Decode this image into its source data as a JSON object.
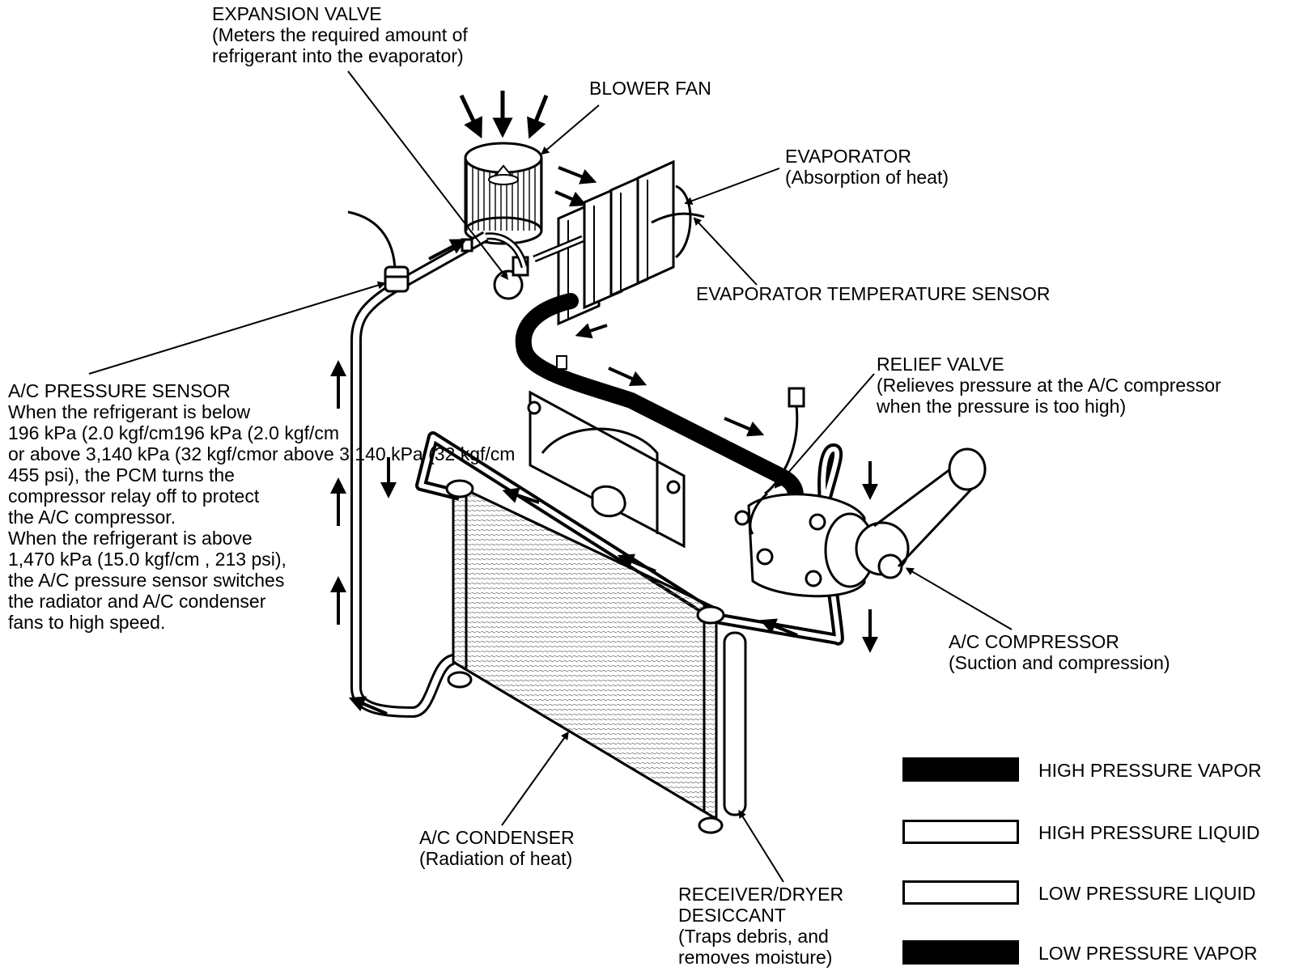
{
  "labels": {
    "expansion_valve": {
      "title": "EXPANSION VALVE",
      "desc": [
        "(Meters the required amount of",
        "refrigerant into the evaporator)"
      ]
    },
    "blower_fan": {
      "title": "BLOWER FAN"
    },
    "evaporator": {
      "title": "EVAPORATOR",
      "desc": [
        "(Absorption of heat)"
      ]
    },
    "evap_temp_sensor": {
      "title": "EVAPORATOR TEMPERATURE SENSOR"
    },
    "relief_valve": {
      "title": "RELIEF VALVE",
      "desc": [
        "(Relieves pressure at the A/C compressor",
        "when the pressure is too high)"
      ]
    },
    "pressure_sensor": {
      "title": "A/C PRESSURE SENSOR",
      "desc": [
        "When the refrigerant is below",
        "196 kPa (2.0 kgf/cm196 kPa (2.0 kgf/cm",
        "or above 3,140 kPa (32 kgf/cmor above 3,140 kPa (32 kgf/cm",
        "455 psi), the PCM turns the",
        "compressor relay off to protect",
        "the A/C compressor.",
        "When the refrigerant is above",
        "1,470 kPa (15.0 kgf/cm , 213 psi),",
        "the A/C pressure sensor switches",
        "the radiator and A/C condenser",
        "fans to high speed."
      ]
    },
    "compressor": {
      "title": "A/C COMPRESSOR",
      "desc": [
        "(Suction and compression)"
      ]
    },
    "condenser": {
      "title": "A/C CONDENSER",
      "desc": [
        "(Radiation of heat)"
      ]
    },
    "receiver_dryer": {
      "title": "RECEIVER/DRYER",
      "desc": [
        "DESICCANT",
        "(Traps debris, and",
        "removes moisture)"
      ]
    }
  },
  "legend": [
    {
      "label": "HIGH PRESSURE VAPOR",
      "fill": "#000000"
    },
    {
      "label": "HIGH PRESSURE LIQUID",
      "fill": "#ffffff"
    },
    {
      "label": "LOW PRESSURE LIQUID",
      "fill": "#ffffff"
    },
    {
      "label": "LOW PRESSURE VAPOR",
      "fill": "#000000"
    }
  ],
  "colors": {
    "line": "#000000",
    "background": "#ffffff"
  }
}
